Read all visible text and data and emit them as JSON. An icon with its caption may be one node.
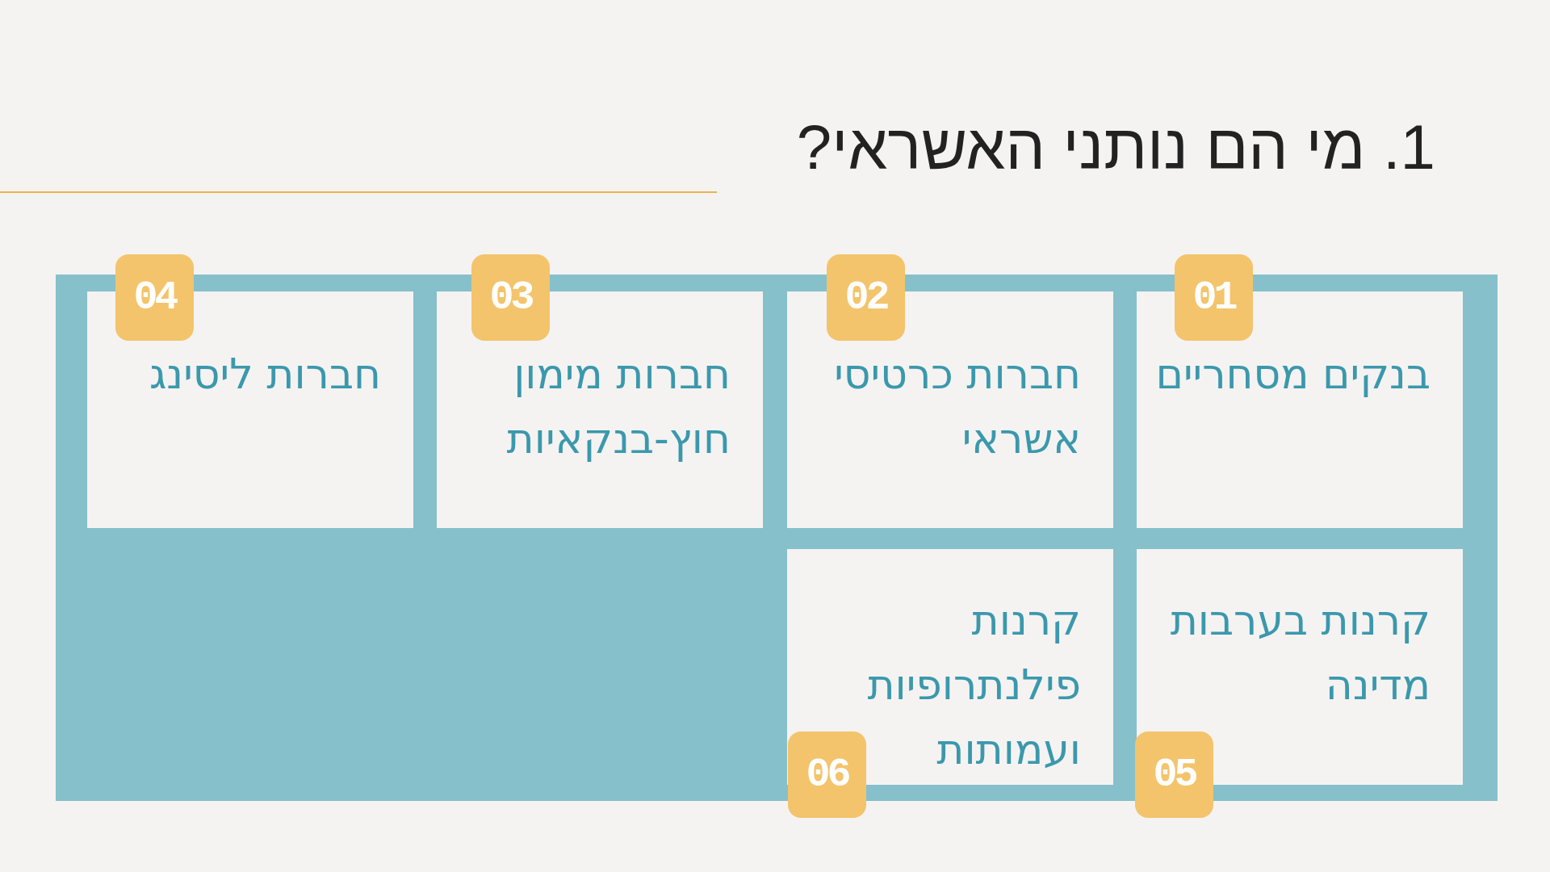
{
  "diagram": {
    "title": "1. מי הם נותני האשראי?",
    "nodes": [
      {
        "text": [
          "01"
        ]
      },
      {
        "text": [
          "בנקים מסחריים"
        ]
      },
      {
        "text": [
          "02"
        ]
      },
      {
        "text": [
          "חברות כרטיסי אשראי"
        ]
      },
      {
        "text": [
          "03"
        ]
      },
      {
        "text": [
          "חברות מימון חוץ-בנקאיות"
        ]
      },
      {
        "text": [
          "04"
        ]
      },
      {
        "text": [
          "חברות ליסינג"
        ]
      },
      {
        "text": [
          "05"
        ]
      },
      {
        "text": [
          "קרנות בערבות מדינה"
        ]
      },
      {
        "text": [
          "06"
        ]
      },
      {
        "text": [
          "קרנות פילנתרופיות ועמותות"
        ]
      }
    ]
  }
}
